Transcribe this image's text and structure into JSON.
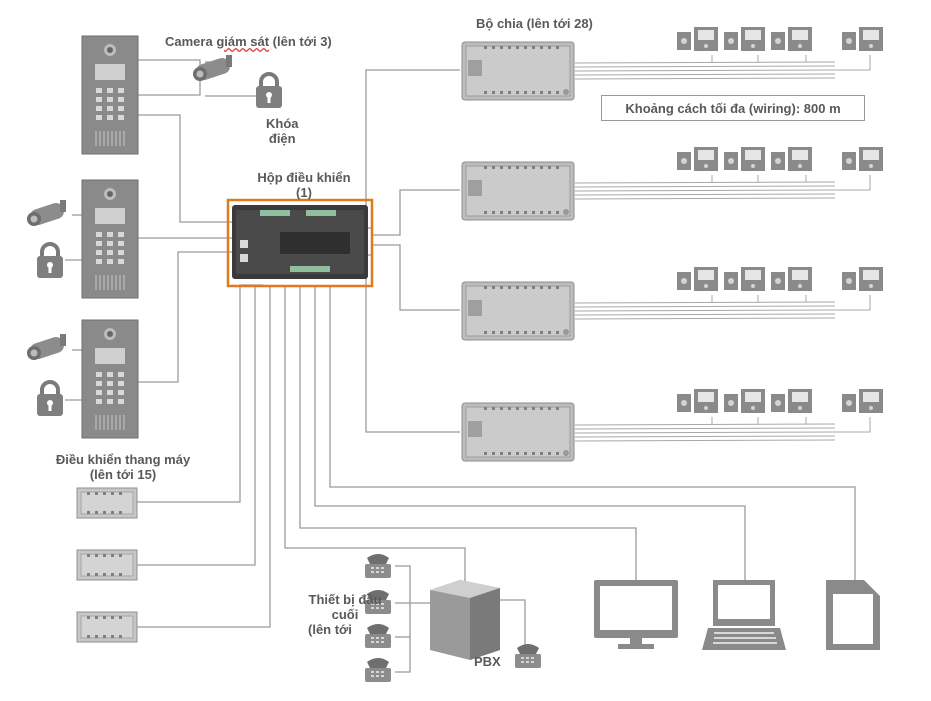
{
  "labels": {
    "camera": "Camera giám sát (lên tới 3)",
    "camera_word": "giám sát",
    "lock_line1": "Khóa",
    "lock_line2": "điện",
    "controller_line1": "Hộp điều khiển",
    "controller_line2": "(1)",
    "distributor": "Bộ chia (lên tới 28)",
    "max_distance": "Khoảng cách tối đa (wiring): 800 m",
    "elevator_line1": "Điều khiển thang máy",
    "elevator_line2": "(lên tới 15)",
    "terminal_line1": "Thiết bị đầu",
    "terminal_line2": "cuối",
    "terminal_line3": "(lên tới",
    "pbx": "PBX"
  },
  "colors": {
    "device": "#7f7f7f",
    "device_dark": "#5a5a5a",
    "line": "#9a9a9a",
    "highlight": "#e07b1a",
    "text": "#595959"
  },
  "icons": [
    "door-station-icon",
    "camera-icon",
    "lock-icon",
    "controller-icon",
    "distributor-icon",
    "monitor-station-icon",
    "elevator-adapter-icon",
    "phone-icon",
    "pbx-icon",
    "pc-monitor-icon",
    "laptop-icon",
    "tablet-icon"
  ]
}
